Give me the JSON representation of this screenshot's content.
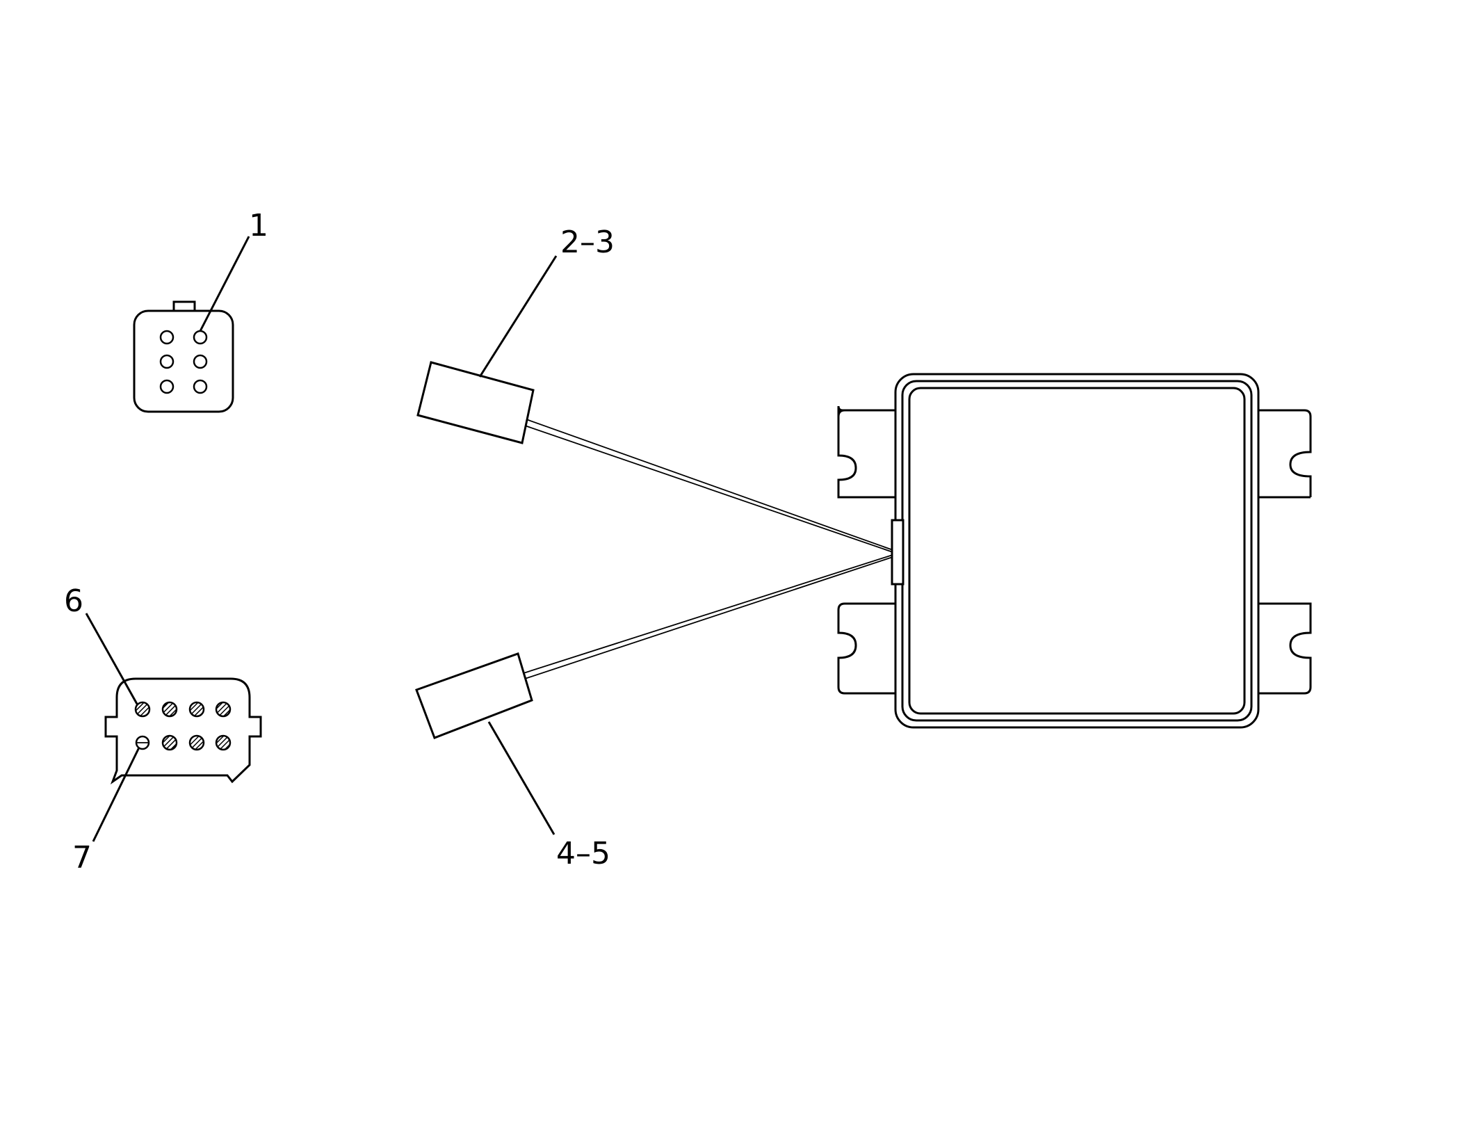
{
  "callouts": [
    {
      "id": "c1",
      "label": "1"
    },
    {
      "id": "c23",
      "label": "2–3"
    },
    {
      "id": "c45",
      "label": "4–5"
    },
    {
      "id": "c6",
      "label": "6"
    },
    {
      "id": "c7",
      "label": "7"
    }
  ],
  "icons": {
    "connector_6_pin": "six-pin-connector-icon",
    "connector_8_pin": "eight-pin-connector-icon",
    "module": "control-module-icon"
  },
  "colors": {
    "line": "#000000",
    "background": "#ffffff"
  }
}
